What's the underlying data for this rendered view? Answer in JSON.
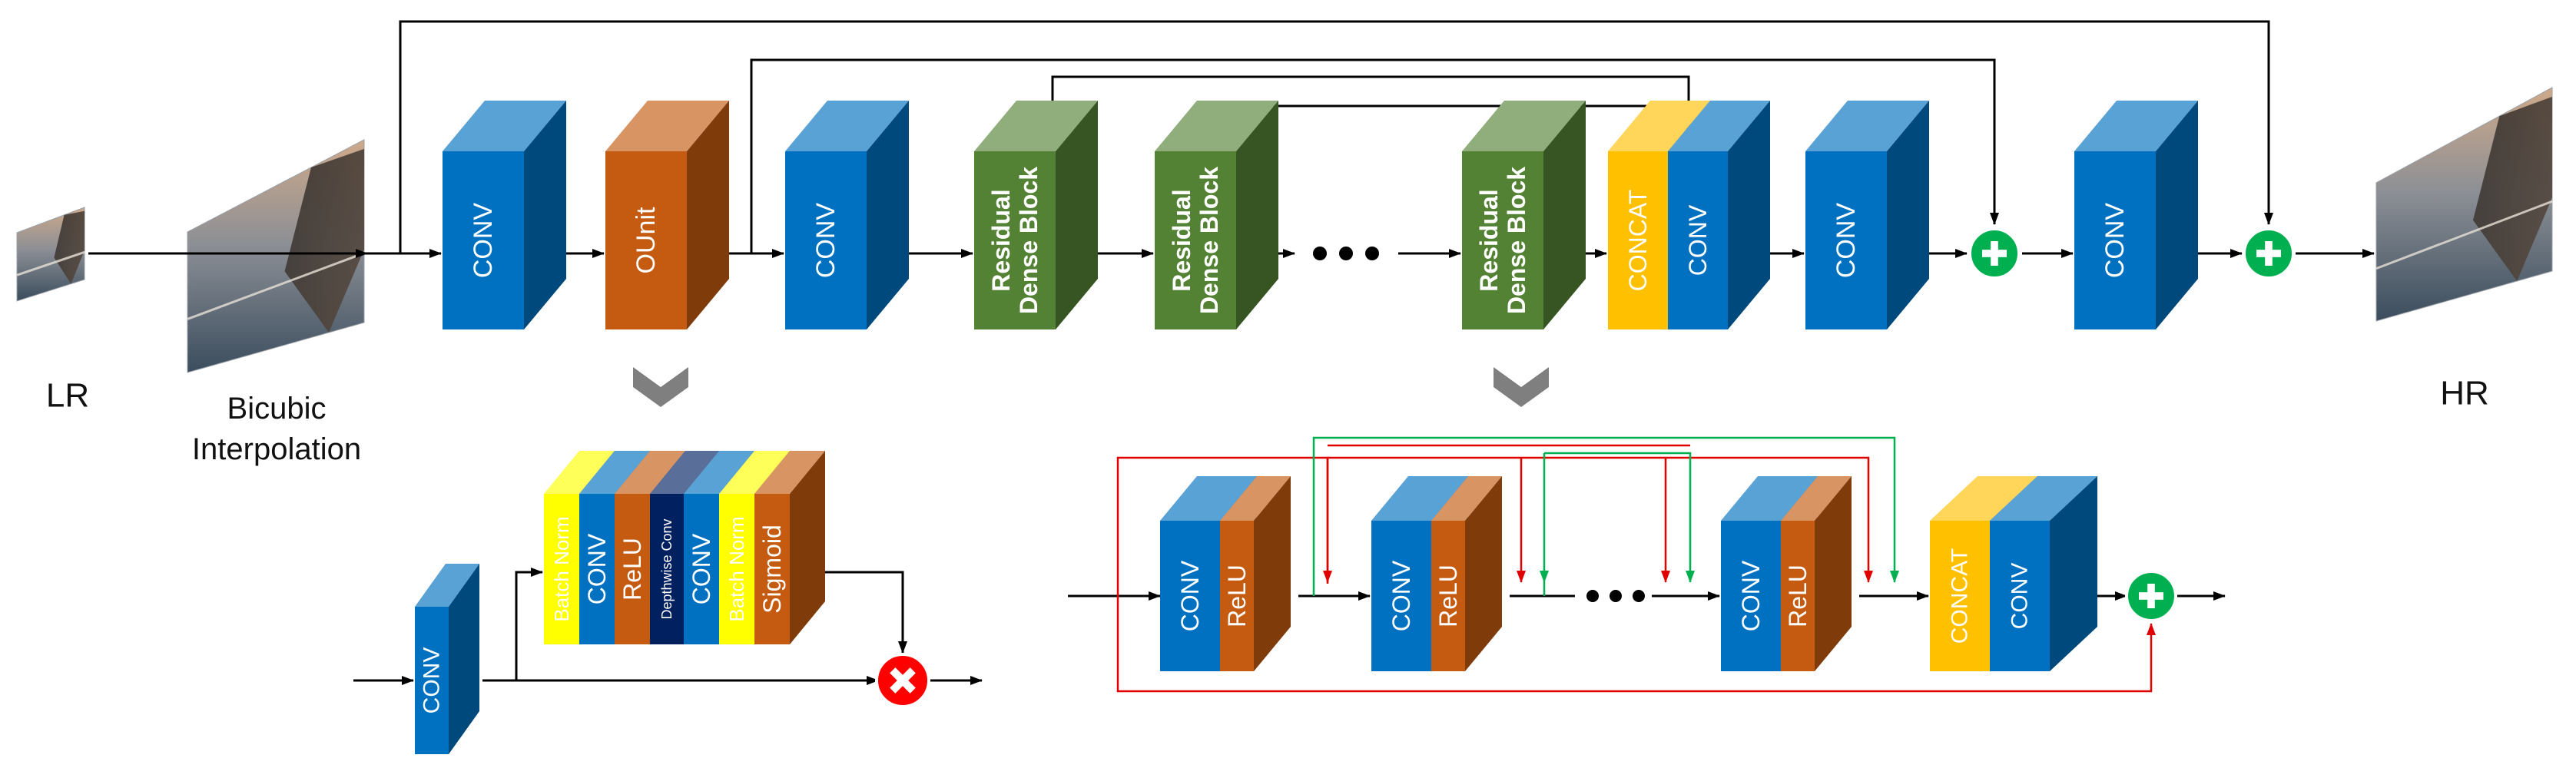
{
  "labels": {
    "lr": "LR",
    "bicubic_line1": "Bicubic",
    "bicubic_line2": "Interpolation",
    "hr": "HR"
  },
  "main_path": {
    "conv1": "CONV",
    "ounit": "OUnit",
    "conv2": "CONV",
    "rdb1": [
      "Residual",
      "Dense Block"
    ],
    "rdb2": [
      "Residual",
      "Dense Block"
    ],
    "rdb3": [
      "Residual",
      "Dense Block"
    ],
    "concat": "CONCAT",
    "concat_conv": "CONV",
    "conv3": "CONV",
    "conv4": "CONV"
  },
  "ounit_detail": {
    "input_conv": "CONV",
    "layers": [
      "Batch Norm",
      "CONV",
      "ReLU",
      "Depthwise Conv",
      "CONV",
      "Batch Norm",
      "Sigmoid"
    ]
  },
  "rdb_detail": {
    "units": [
      {
        "conv": "CONV",
        "act": "ReLU"
      },
      {
        "conv": "CONV",
        "act": "ReLU"
      },
      {
        "conv": "CONV",
        "act": "ReLU"
      }
    ],
    "concat": "CONCAT",
    "concat_conv": "CONV"
  },
  "colors": {
    "conv": "#0070c0",
    "ounit": "#c55a11",
    "relu": "#c55a11",
    "residual_block": "#548235",
    "concat": "#ffc000",
    "batch_norm": "#ffff00",
    "depthwise": "#002060",
    "sum_node": "#00b050",
    "mult_node": "#ff0000",
    "red_line": "#e00000",
    "green_line": "#00b050",
    "expand_chevron": "#7f7f7f"
  },
  "icons": {
    "sum": "plus-circle-icon",
    "multiply": "times-circle-icon",
    "expand": "chevron-down-icon",
    "ellipsis": "ellipsis-icon"
  }
}
